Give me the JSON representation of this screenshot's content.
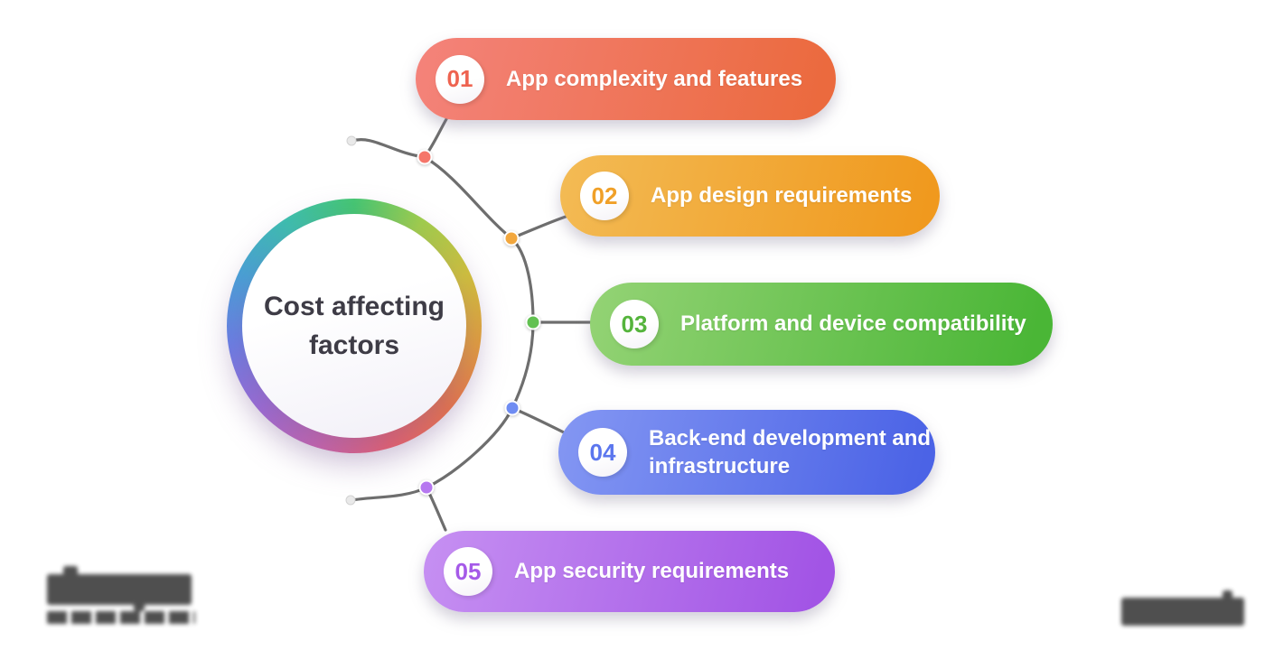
{
  "diagram": {
    "center": {
      "title_line1": "Cost affecting",
      "title_line2": "factors"
    },
    "items": [
      {
        "number": "01",
        "label": "App complexity and features",
        "gradient_start": "#f4837b",
        "gradient_end": "#eb6a3e",
        "number_color": "#ee6350",
        "dot_color": "#f5766a"
      },
      {
        "number": "02",
        "label": "App design requirements",
        "gradient_start": "#f3bb55",
        "gradient_end": "#f0991e",
        "number_color": "#f0a028",
        "dot_color": "#f2a73d"
      },
      {
        "number": "03",
        "label": "Platform and device compatibility",
        "gradient_start": "#94d375",
        "gradient_end": "#4ab636",
        "number_color": "#55b43c",
        "dot_color": "#62c151"
      },
      {
        "number": "04",
        "label": "Back-end development and infrastructure",
        "gradient_start": "#8497f3",
        "gradient_end": "#4b63e6",
        "number_color": "#5b76ee",
        "dot_color": "#6f8cf2"
      },
      {
        "number": "05",
        "label": "App security requirements",
        "gradient_start": "#c690f2",
        "gradient_end": "#a254e5",
        "number_color": "#a55ae8",
        "dot_color": "#b678f0"
      }
    ],
    "connector": {
      "line_color": "#6e6e6e",
      "endpoint_color": "#e9e9e9"
    },
    "ring_colors": [
      "#46c473",
      "#9fcb4e",
      "#cdbd3f",
      "#dd9a41",
      "#e0714f",
      "#df5f71",
      "#c263ab",
      "#9a6ad2",
      "#6b7de2",
      "#4a9fd4",
      "#3fbcae"
    ],
    "icons": {
      "watermark_left": "blurred-logo-blob-with-tagline",
      "watermark_right": "blurred-logo-blob"
    }
  }
}
